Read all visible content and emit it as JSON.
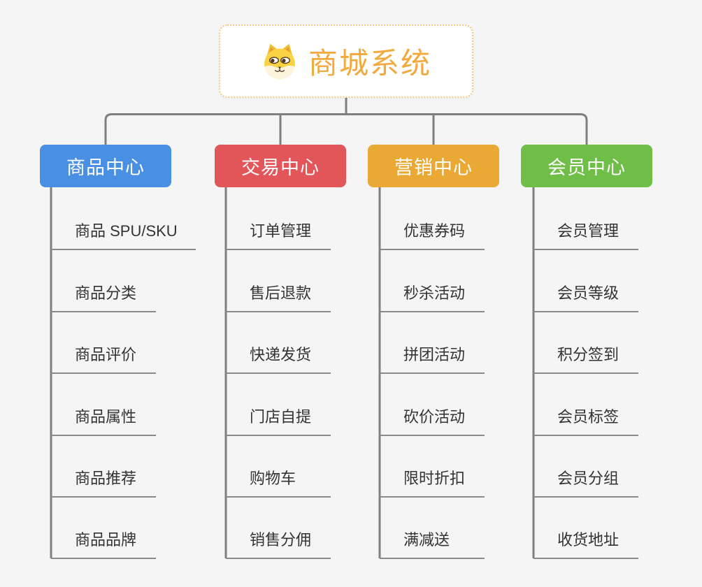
{
  "app": {
    "background_color": "#f5f5f5",
    "connector_color": "#7f7f7f",
    "leaf_underline_color": "#8a8a8a",
    "leaf_text_color": "#333333"
  },
  "root": {
    "title": "商城系统",
    "icon": "shiba-dog-icon",
    "text_color": "#f2a93e",
    "border_color": "#f6c87f",
    "background": "#ffffff"
  },
  "branches": [
    {
      "label": "商品中心",
      "color": "#4a90e2",
      "items": [
        "商品 SPU/SKU",
        "商品分类",
        "商品评价",
        "商品属性",
        "商品推荐",
        "商品品牌"
      ]
    },
    {
      "label": "交易中心",
      "color": "#e25659",
      "items": [
        "订单管理",
        "售后退款",
        "快递发货",
        "门店自提",
        "购物车",
        "销售分佣"
      ]
    },
    {
      "label": "营销中心",
      "color": "#eaa935",
      "items": [
        "优惠券码",
        "秒杀活动",
        "拼团活动",
        "砍价活动",
        "限时折扣",
        "满减送"
      ]
    },
    {
      "label": "会员中心",
      "color": "#6ebe48",
      "items": [
        "会员管理",
        "会员等级",
        "积分签到",
        "会员标签",
        "会员分组",
        "收货地址"
      ]
    }
  ]
}
